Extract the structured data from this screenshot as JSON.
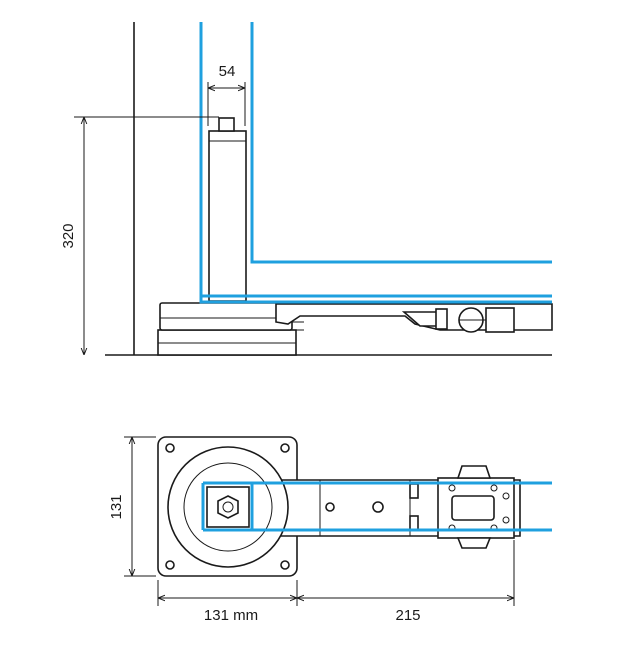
{
  "dimensions": {
    "pivot_width": "54",
    "post_height": "320",
    "plate_height": "131",
    "plate_width": "131 mm",
    "arm_length": "215"
  },
  "colors": {
    "glass": "#1fa0df",
    "line": "#1a1a1a",
    "background": "#ffffff"
  }
}
